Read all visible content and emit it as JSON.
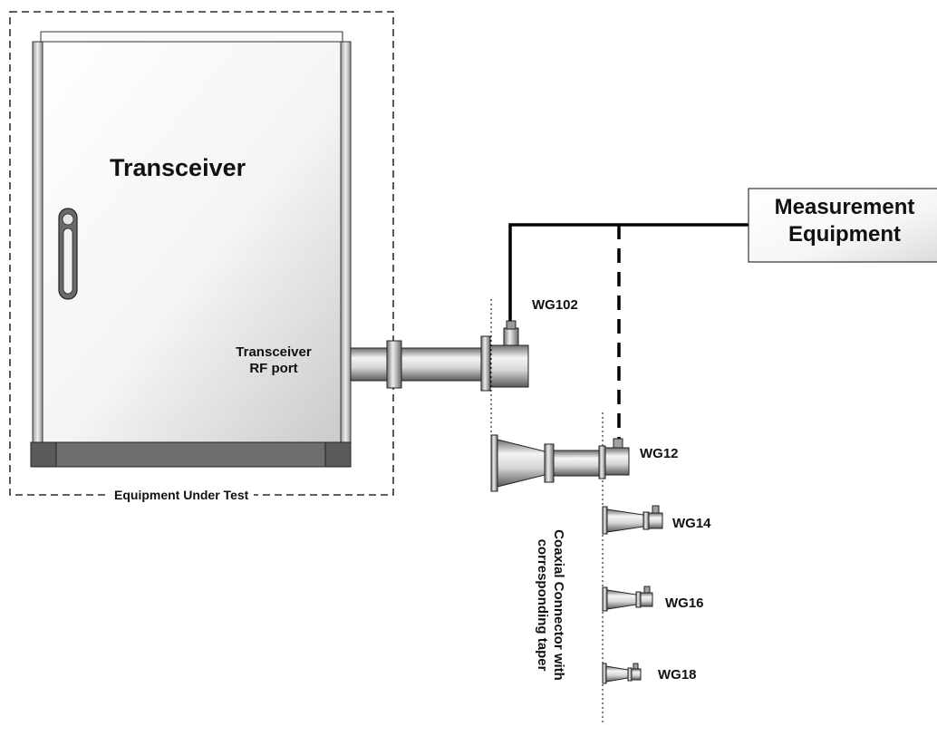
{
  "diagram": {
    "transceiver_title": "Transceiver",
    "rf_port_label_line1": "Transceiver",
    "rf_port_label_line2": "RF port",
    "eut_label": "Equipment Under Test",
    "measurement_line1": "Measurement",
    "measurement_line2": "Equipment",
    "coaxial_line1": "Coaxial Connector with",
    "coaxial_line2": "corresponding taper",
    "waveguides": [
      "WG102",
      "WG12",
      "WG14",
      "WG16",
      "WG18"
    ]
  },
  "colors": {
    "line": "#000000",
    "metal_light": "#f2f2f2",
    "metal_dark": "#8a8a8a",
    "cabinet_base": "#707070"
  }
}
